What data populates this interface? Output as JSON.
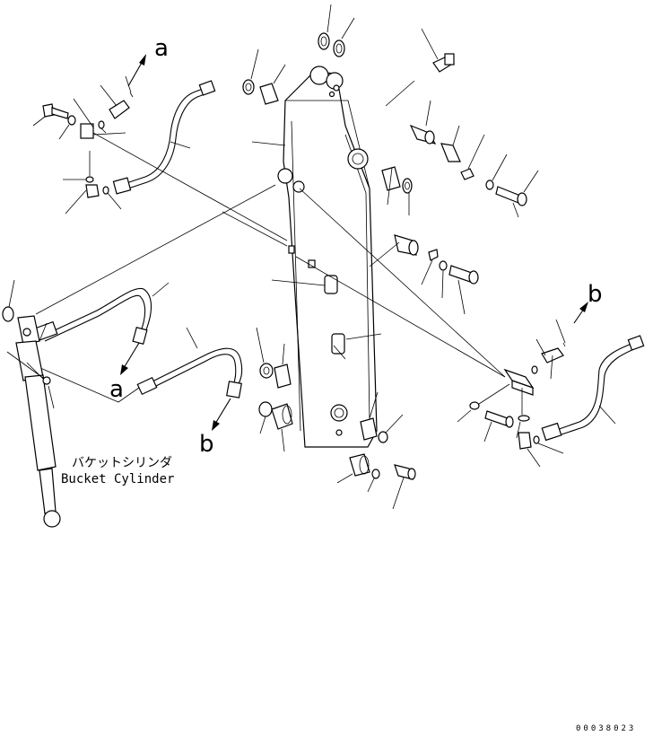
{
  "callouts": {
    "a_top": "a",
    "a_left": "a",
    "b_right": "b",
    "b_left": "b"
  },
  "cylinder_label": {
    "jp": "バケットシリンダ",
    "en": "Bucket Cylinder"
  },
  "drawing_code": "00038023"
}
